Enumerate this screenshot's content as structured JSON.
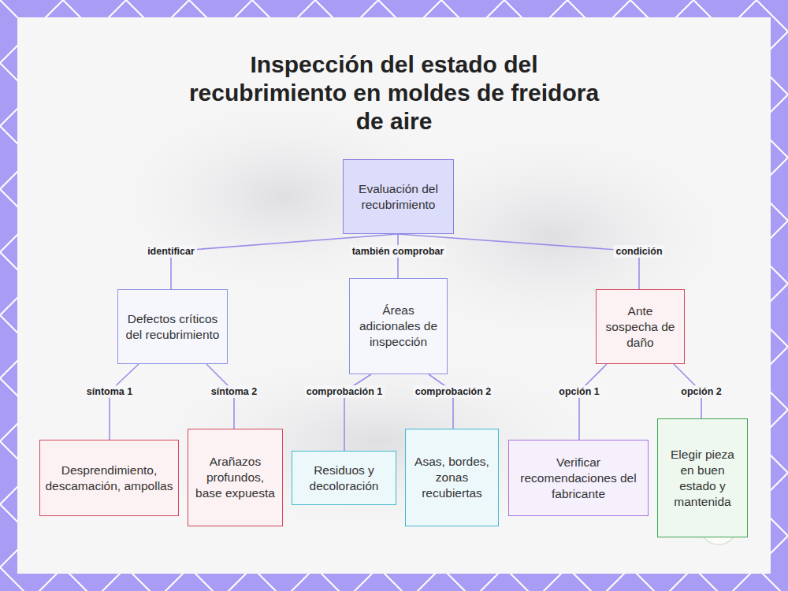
{
  "diagram": {
    "title": "Inspección del estado del recubrimiento en moldes de freidora de aire",
    "nodes": [
      {
        "text": [
          "Evaluación del recubrimiento"
        ]
      },
      {
        "text": [
          "Defectos críticos del recubrimiento"
        ]
      },
      {
        "text": [
          "Áreas adicionales de inspección"
        ]
      },
      {
        "text": [
          "Ante sospecha de daño"
        ]
      },
      {
        "text": [
          "Desprendimiento, descamación, ampollas"
        ]
      },
      {
        "text": [
          "Arañazos profundos, base expuesta"
        ]
      },
      {
        "text": [
          "Residuos y decoloración"
        ]
      },
      {
        "text": [
          "Asas, bordes, zonas recubiertas"
        ]
      },
      {
        "text": [
          "Verificar recomendaciones del fabricante"
        ]
      },
      {
        "text": [
          "Elegir pieza en buen estado y mantenida"
        ]
      }
    ],
    "edges": [
      {
        "from": 0,
        "to": 1,
        "label": "identificar",
        "arrow": "none"
      },
      {
        "from": 0,
        "to": 2,
        "label": "también comprobar",
        "arrow": "none"
      },
      {
        "from": 0,
        "to": 3,
        "label": "condición",
        "arrow": "none"
      },
      {
        "from": 1,
        "to": 4,
        "label": "síntoma 1",
        "arrow": "none"
      },
      {
        "from": 1,
        "to": 5,
        "label": "síntoma 2",
        "arrow": "none"
      },
      {
        "from": 2,
        "to": 6,
        "label": "comprobación 1",
        "arrow": "none"
      },
      {
        "from": 2,
        "to": 7,
        "label": "comprobación 2",
        "arrow": "none"
      },
      {
        "from": 3,
        "to": 8,
        "label": "opción 1",
        "arrow": "none"
      },
      {
        "from": 3,
        "to": 9,
        "label": "opción 2",
        "arrow": "none"
      }
    ]
  }
}
